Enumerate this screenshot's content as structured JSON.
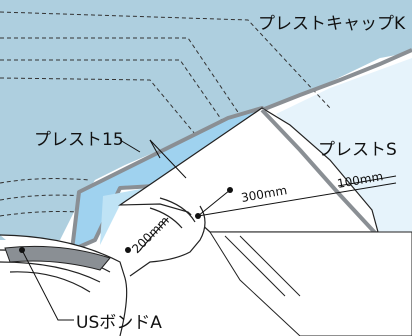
{
  "labels": {
    "cap": "プレストキャップK",
    "s": "プレストS",
    "p15": "プレスト15",
    "bond": "USボンドA"
  },
  "dimensions": {
    "d100": "100mm",
    "d200": "200mm",
    "d300": "300mm"
  },
  "colors": {
    "cap_fill": "#aecfdf",
    "s_fill": "#e6f3fb",
    "p15_fill": "#9fd2ef",
    "band": "#8a8f94",
    "outline": "#222222"
  }
}
